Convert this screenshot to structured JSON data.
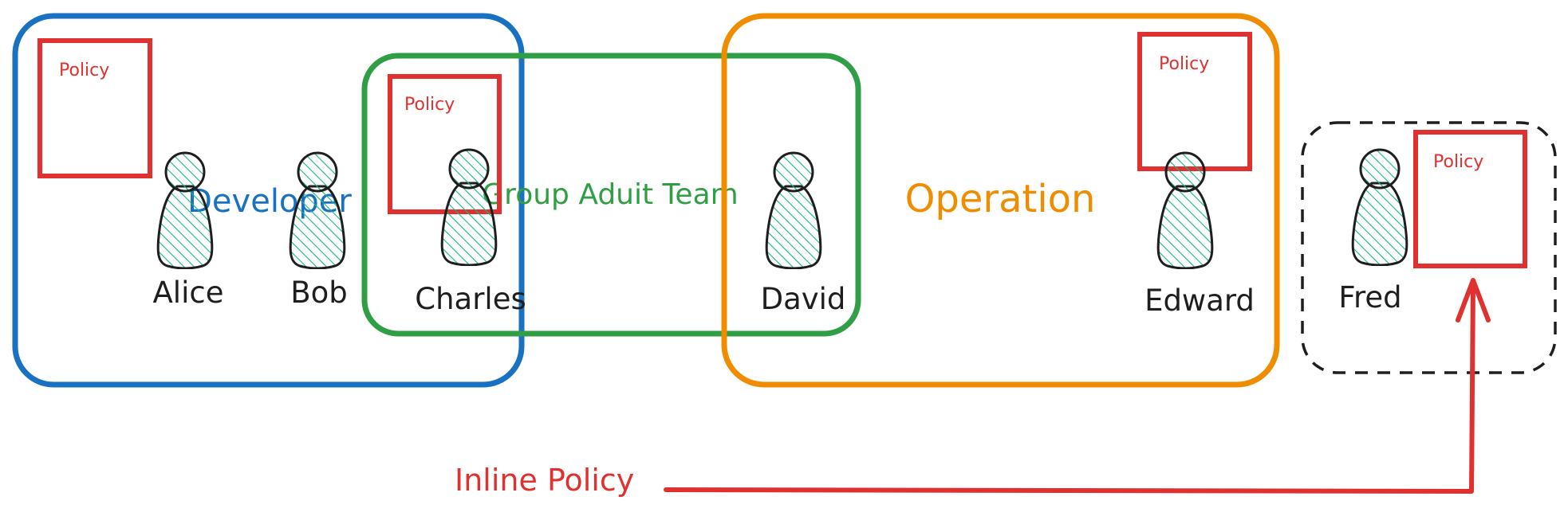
{
  "groups": {
    "developer": {
      "label": "Developer",
      "color": "#1971c2"
    },
    "audit": {
      "label": "Group Aduit Team",
      "color": "#2f9e44"
    },
    "operation": {
      "label": "Operation",
      "color": "#f08c00"
    },
    "fred_box": {
      "color": "#1e1e1e"
    }
  },
  "policies": {
    "color": "#e03131",
    "developer": {
      "label": "Policy"
    },
    "audit": {
      "label": "Policy"
    },
    "operation": {
      "label": "Policy"
    },
    "fred": {
      "label": "Policy"
    }
  },
  "people": {
    "color": "#1e1e1e",
    "fill_color": "#12b886",
    "alice": {
      "name": "Alice"
    },
    "bob": {
      "name": "Bob"
    },
    "charles": {
      "name": "Charles"
    },
    "david": {
      "name": "David"
    },
    "edward": {
      "name": "Edward"
    },
    "fred": {
      "name": "Fred"
    }
  },
  "annotation": {
    "label": "Inline Policy",
    "color": "#e03131"
  }
}
